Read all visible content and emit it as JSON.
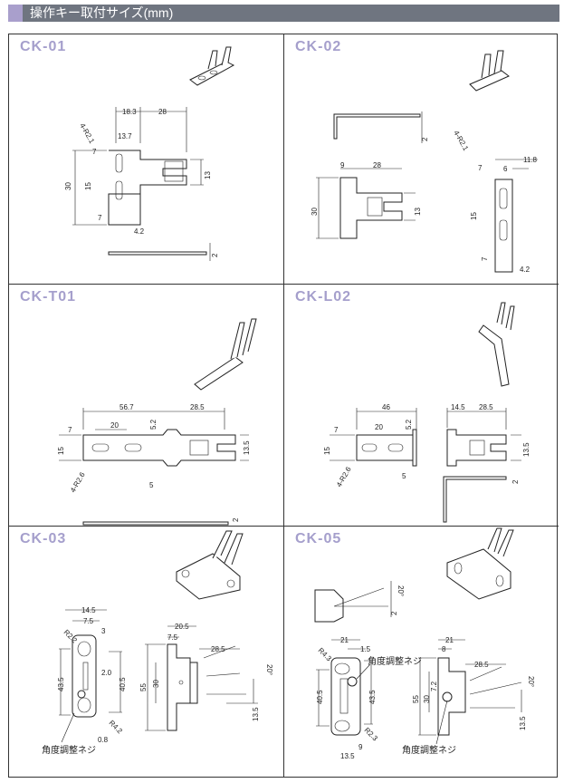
{
  "header": {
    "title": "操作キー取付サイズ(mm)",
    "accent_color": "#a99fcc",
    "bar_color": "#6f7580"
  },
  "panels": [
    {
      "name": "CK-01",
      "dims": [
        "4-R2.1",
        "18.3",
        "28",
        "13.7",
        "7",
        "30",
        "15",
        "13",
        "7",
        "4.2",
        "2"
      ]
    },
    {
      "name": "CK-02",
      "dims": [
        "2",
        "4-R2.1",
        "11.8",
        "6",
        "9",
        "28",
        "7",
        "30",
        "13",
        "15",
        "7",
        "4.2"
      ]
    },
    {
      "name": "CK-T01",
      "dims": [
        "56.7",
        "28.5",
        "7",
        "20",
        "5.2",
        "15",
        "13.5",
        "4-R2.6",
        "5",
        "2"
      ]
    },
    {
      "name": "CK-L02",
      "dims": [
        "46",
        "14.5",
        "28.5",
        "7",
        "20",
        "5.2",
        "15",
        "13.5",
        "4-R2.6",
        "5",
        "2"
      ]
    },
    {
      "name": "CK-03",
      "dims": [
        "14.5",
        "7.5",
        "3",
        "R2.2",
        "2.0",
        "43.5",
        "40.5",
        "R4.2",
        "0.8",
        "20.5",
        "7.5",
        "28.5",
        "55",
        "30",
        "20°",
        "13.5"
      ],
      "note": "角度調整ネジ"
    },
    {
      "name": "CK-05",
      "dims": [
        "2",
        "20°",
        "21",
        "1.5",
        "R4.3",
        "40.5",
        "43.5",
        "R2.3",
        "9",
        "13.5",
        "21",
        "8",
        "28.5",
        "55",
        "30",
        "7.2",
        "20°",
        "13.5"
      ],
      "note": "角度調整ネジ",
      "note2": "角度調整ネジ"
    }
  ]
}
